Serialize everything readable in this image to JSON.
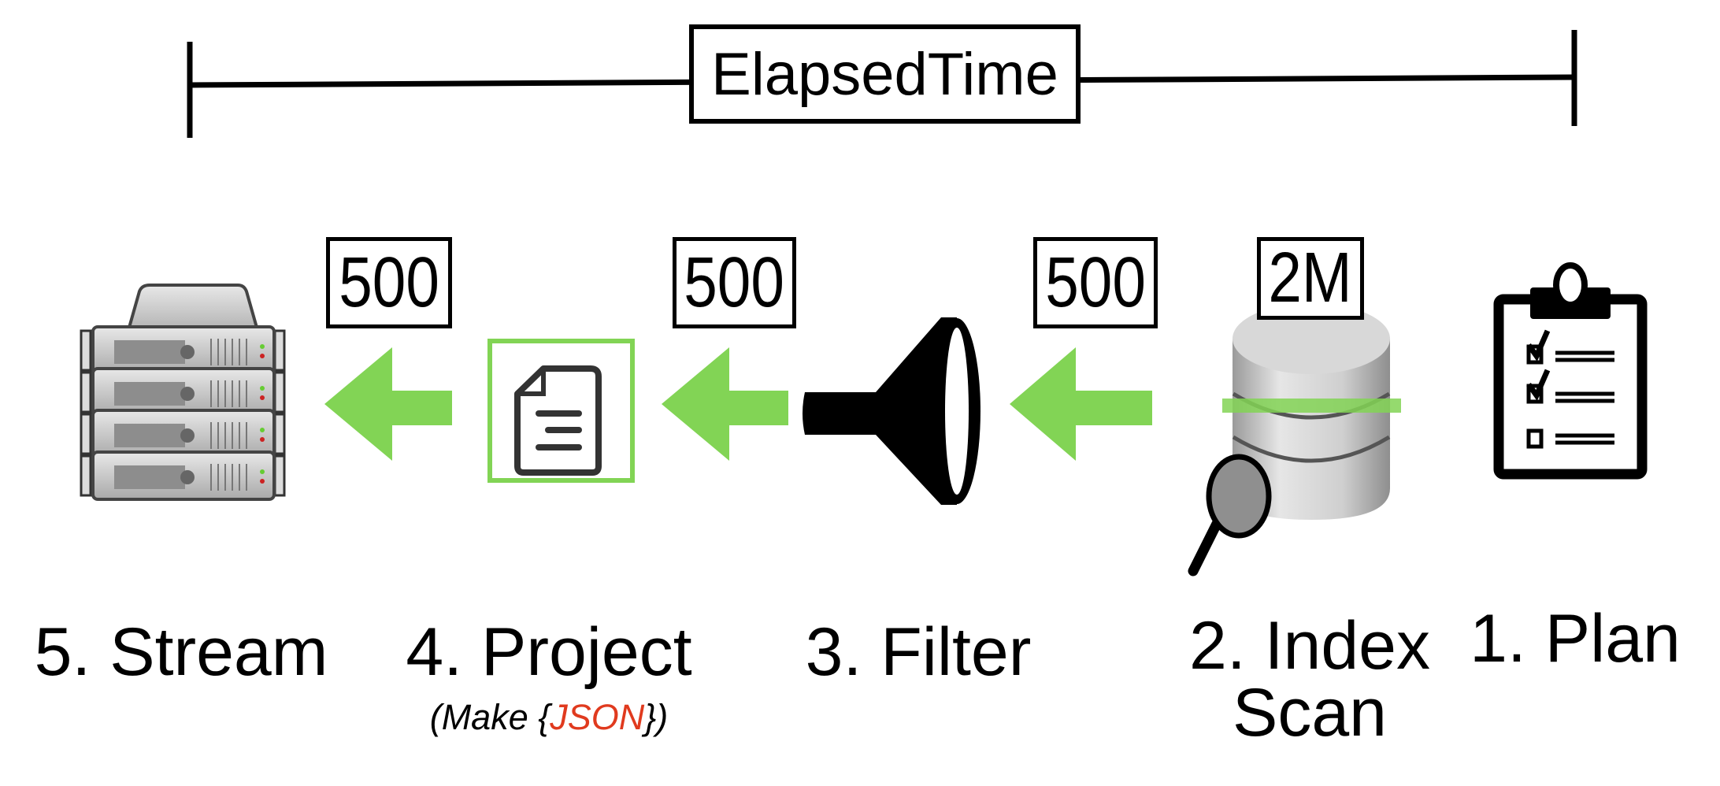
{
  "timeline": {
    "label": "ElapsedTime"
  },
  "colors": {
    "arrow": "#82D455",
    "json_highlight": "#E03A1E",
    "index_band": "#82D455"
  },
  "stages": [
    {
      "label": "5. Stream",
      "icon": "server-rack-icon"
    },
    {
      "label": "4. Project",
      "sublabel_prefix": "(Make {",
      "sublabel_highlight": "JSON",
      "sublabel_suffix": "})",
      "icon": "document-icon"
    },
    {
      "label": "3. Filter",
      "icon": "funnel-icon"
    },
    {
      "label_line1": "2. Index",
      "label_line2": "Scan",
      "icon": "database-search-icon"
    },
    {
      "label": "1. Plan",
      "icon": "clipboard-checklist-icon"
    }
  ],
  "counts": [
    "500",
    "500",
    "500",
    "2M"
  ]
}
